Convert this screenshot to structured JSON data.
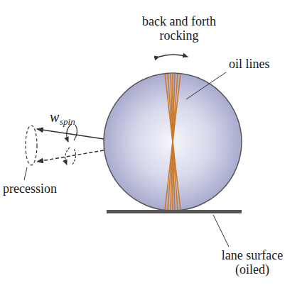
{
  "diagram": {
    "labels": [
      "back and forth rocking",
      "oil lines",
      "w",
      "spin",
      "precession",
      "lane surface (oiled)"
    ]
  }
}
